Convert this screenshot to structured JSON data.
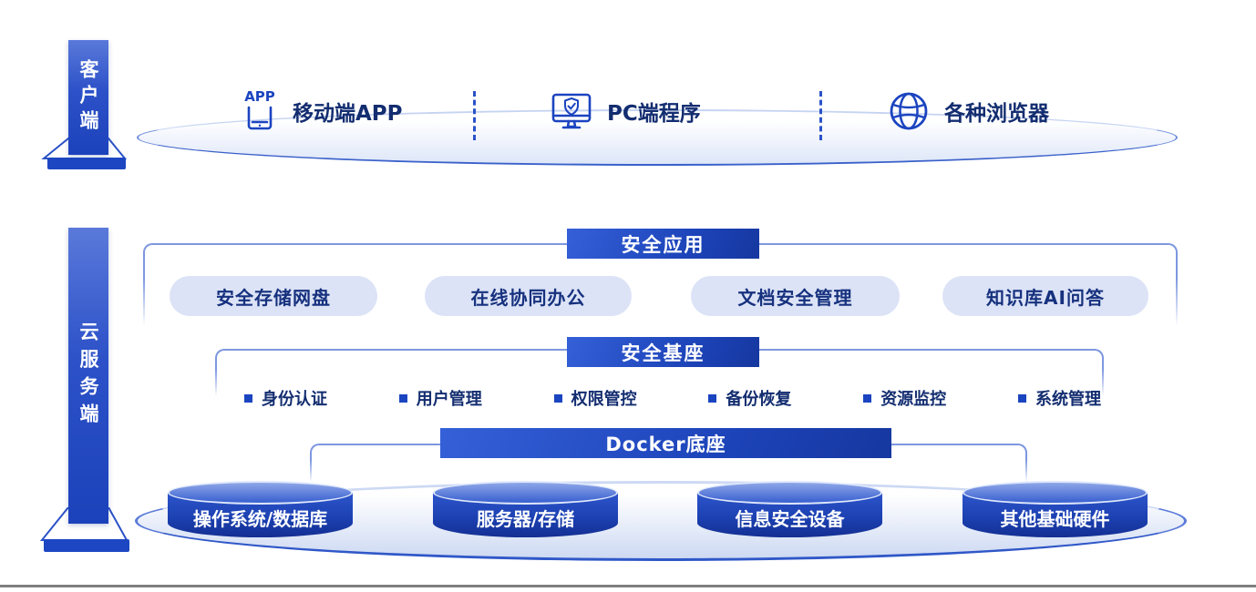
{
  "diagram": {
    "client": {
      "side_label": "客户端",
      "app_icon_text": "APP",
      "items": [
        {
          "label": "移动端APP",
          "icon": "mobile-app-icon"
        },
        {
          "label": "PC端程序",
          "icon": "pc-shield-icon"
        },
        {
          "label": "各种浏览器",
          "icon": "browser-globe-icon"
        }
      ]
    },
    "cloud": {
      "side_label": "云服务端",
      "security_app": {
        "title": "安全应用",
        "pills": [
          "安全存储网盘",
          "在线协同办公",
          "文档安全管理",
          "知识库AI问答"
        ]
      },
      "security_base": {
        "title": "安全基座",
        "items": [
          "身份认证",
          "用户管理",
          "权限管控",
          "备份恢复",
          "资源监控",
          "系统管理"
        ]
      },
      "docker": {
        "title": "Docker底座"
      },
      "hardware": {
        "items": [
          "操作系统/数据库",
          "服务器/存储",
          "信息安全设备",
          "其他基础硬件"
        ]
      }
    },
    "colors": {
      "primary_blue": "#1d44bb",
      "bar_gradient_start": "#3560d8",
      "bar_gradient_end": "#16379f",
      "bracket_border": "#7d97e0",
      "pill_bg": "#dce3f6",
      "dark_navy_text": "#132d70",
      "icon_blue": "#1b44c0",
      "platform_edge_blue": "#2f57c8",
      "slide_edge_grey": "#7f7f7f"
    }
  }
}
